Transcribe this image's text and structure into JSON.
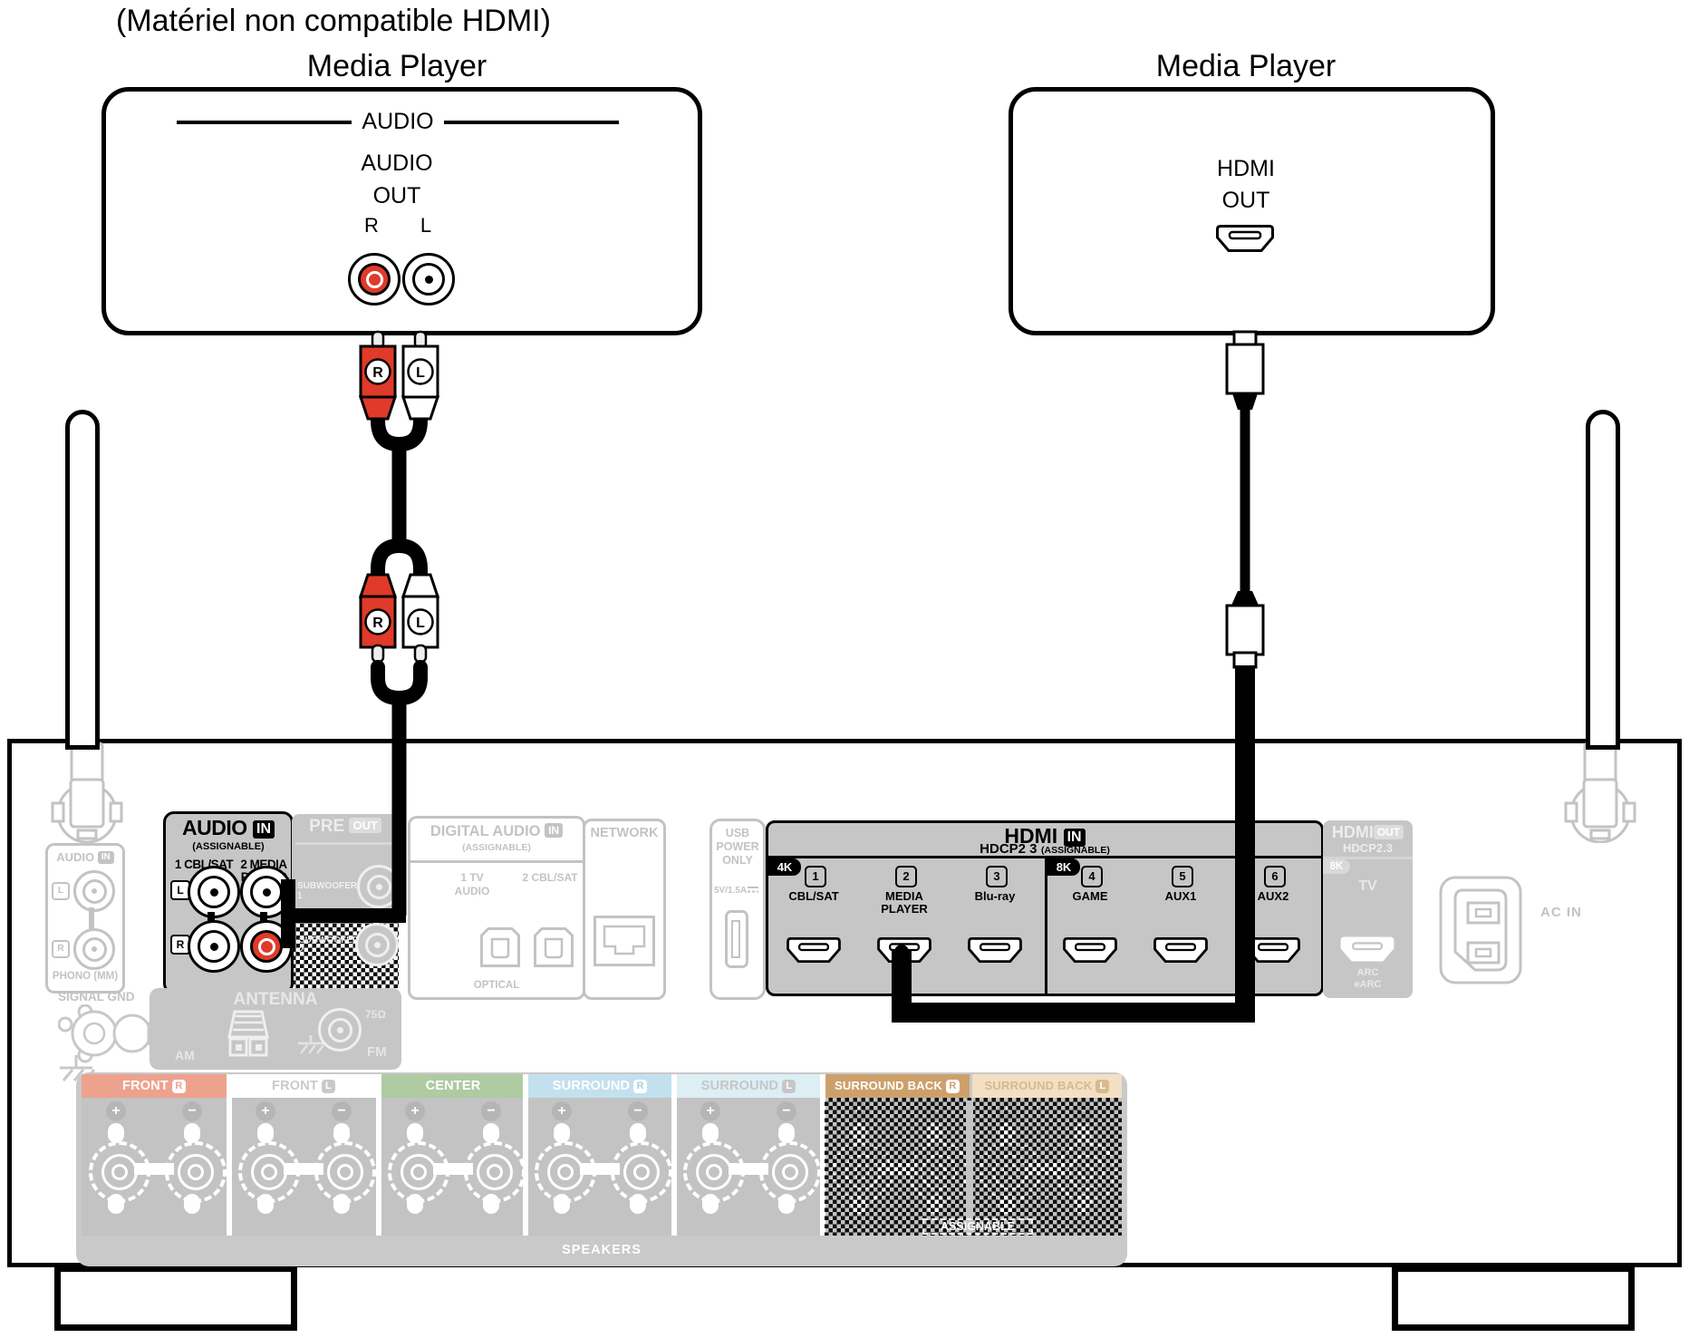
{
  "title": "(Matériel non compatible HDMI)",
  "left_device": {
    "name": "Media Player",
    "section_label": "AUDIO",
    "out_line1": "AUDIO",
    "out_line2": "OUT",
    "jack_right": "R",
    "jack_left": "L"
  },
  "right_device": {
    "name": "Media Player",
    "out_line1": "HDMI",
    "out_line2": "OUT"
  },
  "rca_plugs": {
    "right": "R",
    "left": "L"
  },
  "receiver": {
    "phono": {
      "header": "AUDIO",
      "header_badge": "IN",
      "jack_left": "L",
      "jack_right": "R",
      "caption": "PHONO (MM)",
      "gnd_label": "SIGNAL GND"
    },
    "audio_in": {
      "header": "AUDIO",
      "header_badge": "IN",
      "assignable": "(ASSIGNABLE)",
      "col_left": "1 CBL/SAT",
      "col_right_1": "2 MEDIA",
      "col_right_2": "PLAYER",
      "jack_left": "L",
      "jack_right": "R"
    },
    "pre_out": {
      "header": "PRE",
      "header_badge": "OUT",
      "sub1": "SUBWOOFER 1",
      "sub2": "SUBWOOFER 2"
    },
    "antenna": {
      "header": "ANTENNA",
      "am": "AM",
      "fm_ohm": "75Ω",
      "fm": "FM"
    },
    "digital_audio": {
      "header": "DIGITAL AUDIO",
      "header_badge": "IN",
      "assignable": "(ASSIGNABLE)",
      "in1_line1": "1  TV",
      "in1_line2": "AUDIO",
      "in2": "2 CBL/SAT",
      "caption": "OPTICAL"
    },
    "network": {
      "header": "NETWORK"
    },
    "usb": {
      "line1": "USB",
      "line2": "POWER",
      "line3": "ONLY",
      "spec": "5V/1.5A"
    },
    "hdmi_in": {
      "header": "HDMI",
      "header_badge": "IN",
      "hdcp": "HDCP2 3",
      "assignable": "(ASSIGNABLE)",
      "tab_4k": "4K",
      "tab_8k": "8K",
      "ports": [
        {
          "num": "1",
          "label": "CBL/SAT"
        },
        {
          "num": "2",
          "label": "MEDIA PLAYER"
        },
        {
          "num": "3",
          "label": "Blu-ray"
        },
        {
          "num": "4",
          "label": "GAME"
        },
        {
          "num": "5",
          "label": "AUX1"
        },
        {
          "num": "6",
          "label": "AUX2"
        }
      ]
    },
    "hdmi_out": {
      "header": "HDMI",
      "header_badge": "OUT",
      "hdcp": "HDCP2.3",
      "tab_8k": "8K",
      "tv": "TV",
      "arc": "ARC",
      "earc": "eARC"
    },
    "ac_in": "AC IN",
    "speakers": {
      "caption": "SPEAKERS",
      "assignable": "ASSIGNABLE",
      "plus": "+",
      "minus": "−",
      "sections": [
        {
          "label": "FRONT",
          "badge": "R",
          "color": "#eda28e",
          "text_color": "#ffffff",
          "badge_bg": "#ffffff",
          "badge_fg": "#eda28e"
        },
        {
          "label": "FRONT",
          "badge": "L",
          "color": "#ffffff",
          "text_color": "#c9c9c9",
          "badge_bg": "#c9c9c9",
          "badge_fg": "#ffffff"
        },
        {
          "label": "CENTER",
          "badge": "",
          "color": "#aecba2",
          "text_color": "#ffffff",
          "badge_bg": "",
          "badge_fg": ""
        },
        {
          "label": "SURROUND",
          "badge": "R",
          "color": "#c3e0ee",
          "text_color": "#ffffff",
          "badge_bg": "#ffffff",
          "badge_fg": "#a5d2e5"
        },
        {
          "label": "SURROUND",
          "badge": "L",
          "color": "#ddeef5",
          "text_color": "#c6c6c6",
          "badge_bg": "#c6c6c6",
          "badge_fg": "#ffffff"
        },
        {
          "label": "SURROUND BACK",
          "badge": "R",
          "color": "#cda06b",
          "text_color": "#ffffff",
          "badge_bg": "#ffffff",
          "badge_fg": "#cda06b"
        },
        {
          "label": "SURROUND BACK",
          "badge": "L",
          "color": "#f2dfc4",
          "text_color": "#d9b98e",
          "badge_bg": "#d9b98e",
          "badge_fg": "#ffffff"
        }
      ]
    }
  },
  "colors": {
    "rca_red": "#e03a2a",
    "active_black": "#000000",
    "inactive_gray": "#c3c3c3",
    "panel_gray": "#c6c6c6"
  }
}
